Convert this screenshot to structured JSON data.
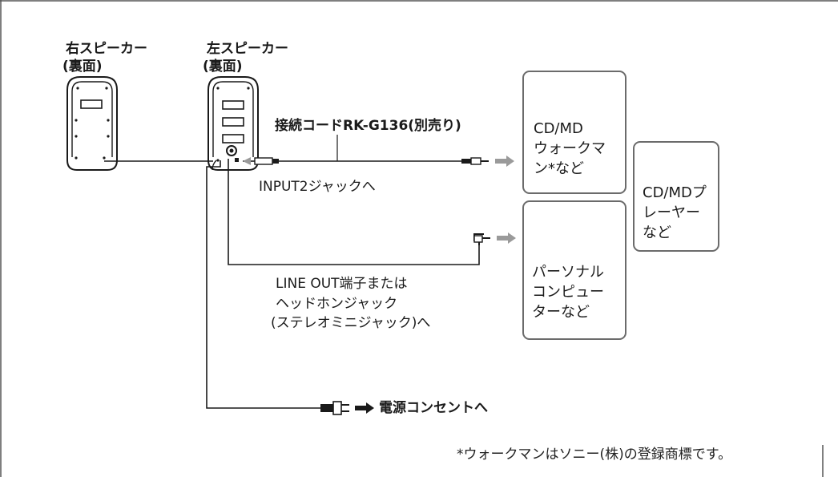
{
  "labels": {
    "right_speaker_1": "右スピーカー",
    "right_speaker_2": "(裏面)",
    "left_speaker_1": "左スピーカー",
    "left_speaker_2": "(裏面)",
    "cable": "接続コードRK-G136(別売り)",
    "input2": "INPUT2ジャックへ",
    "lineout_1": "LINE OUT端子または",
    "lineout_2": "ヘッドホンジャック",
    "lineout_3": "(ステレオミニジャック)へ",
    "power": "電源コンセントへ",
    "walkman_1": "CD/MD",
    "walkman_2": "ウォークマ",
    "walkman_3": "ン*など",
    "player_1": "CD/MDプ",
    "player_2": "レーヤー",
    "player_3": "など",
    "pc_1": "パーソナル",
    "pc_2": "コンピュー",
    "pc_3": "ターなど",
    "footnote": "*ウォークマンはソニー(株)の登録商標です。"
  },
  "icons": {
    "speaker": "speaker-back-icon",
    "cd_walkman": "cd-walkman-icon",
    "md_walkman": "md-walkman-icon",
    "cd_player": "cd-md-player-icon",
    "laptop": "laptop-icon",
    "plug": "power-plug-icon",
    "arrow": "right-arrow-icon"
  },
  "colors": {
    "line": "#1a1a1a",
    "panel_border": "#6b6b6b",
    "arrow_gray": "#9a9a9a"
  }
}
